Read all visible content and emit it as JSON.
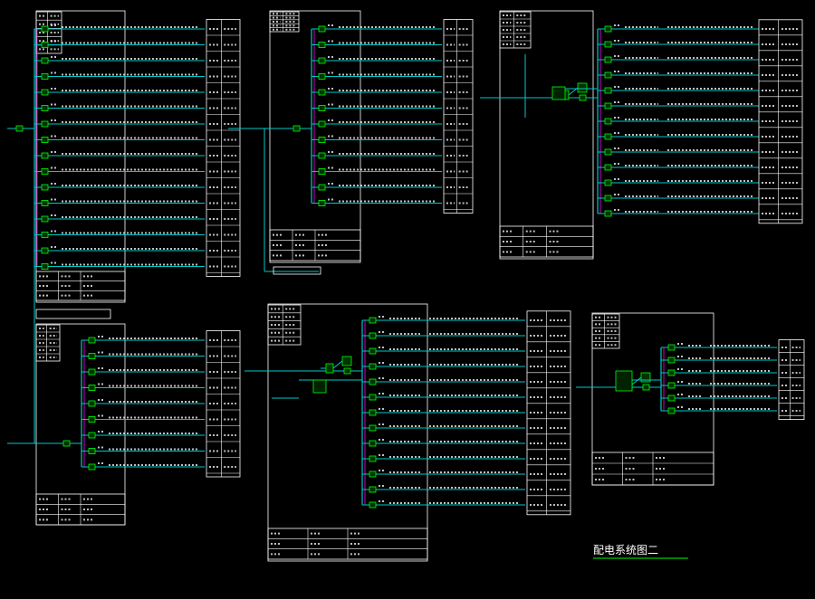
{
  "drawing": {
    "title": "配电系统图二",
    "notes": [
      "",
      "",
      "",
      "",
      ""
    ]
  },
  "colors": {
    "background": "#000000",
    "frame": "#ffffff",
    "bus": "#00c8c8",
    "breaker": "#00ff00",
    "neutral": "#ff00ff",
    "label": "#ffffff"
  },
  "panels": [
    {
      "id": "top-left",
      "circuits": 16
    },
    {
      "id": "top-middle",
      "circuits": 12
    },
    {
      "id": "top-right-meter",
      "circuits": 13
    },
    {
      "id": "bottom-left",
      "circuits": 9
    },
    {
      "id": "bottom-middle-meter",
      "circuits": 13
    },
    {
      "id": "bottom-right-meter",
      "circuits": 6
    }
  ]
}
